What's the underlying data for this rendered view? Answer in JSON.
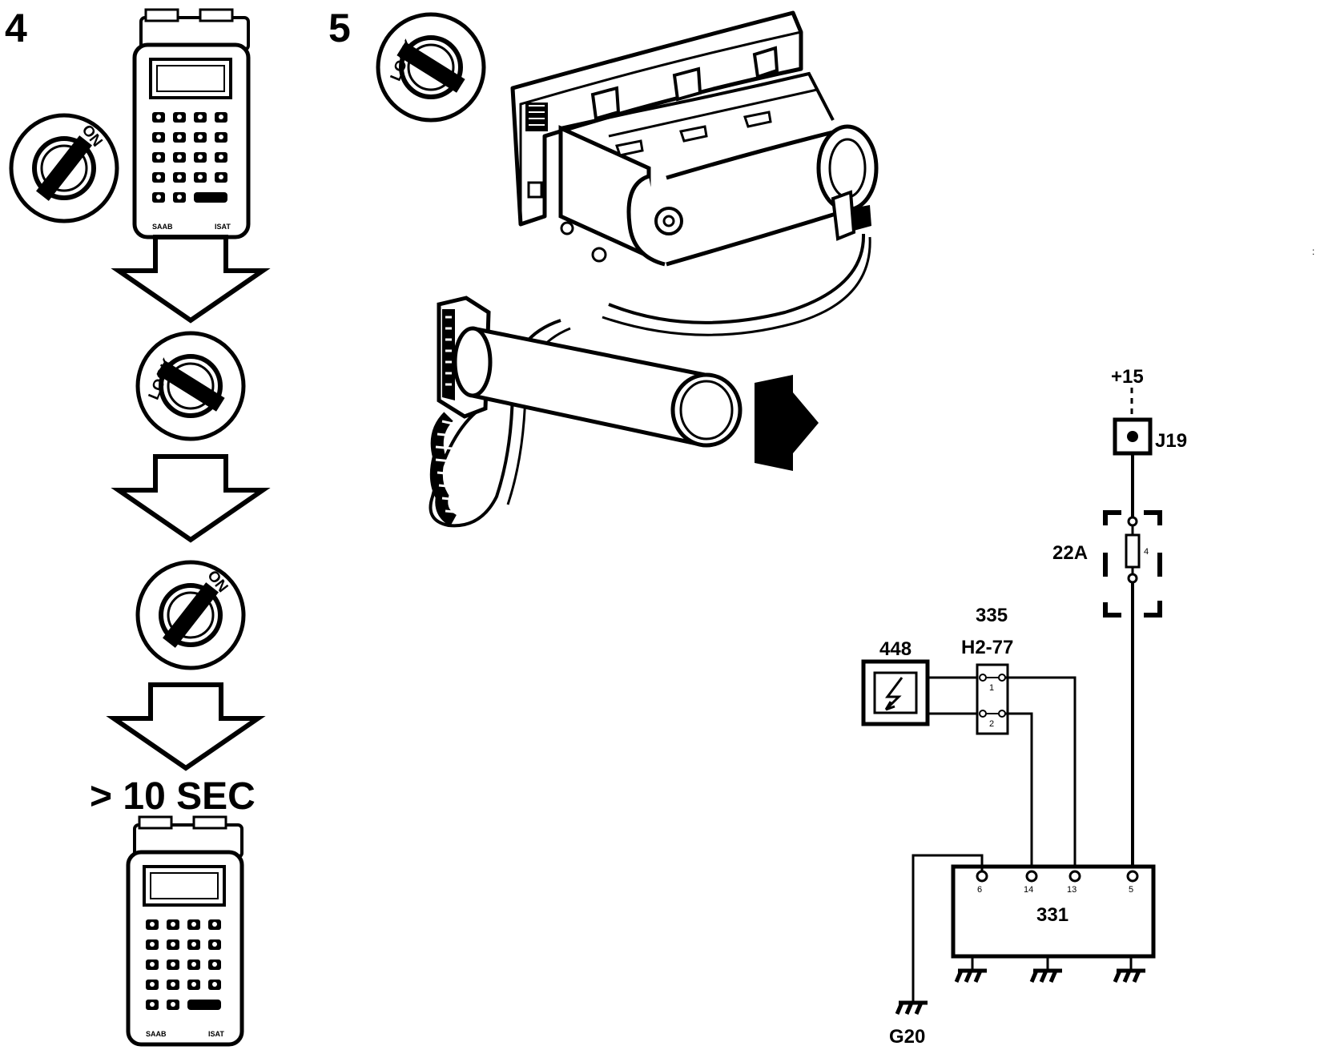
{
  "steps": {
    "step4": "4",
    "step5": "5"
  },
  "key_labels": {
    "on": "ON",
    "lock": "LOCK"
  },
  "timer": {
    "text": "> 10 SEC"
  },
  "tester": {
    "left_label": "SAAB",
    "right_label": "ISAT"
  },
  "circuit": {
    "supply": "+15",
    "connector": "J19",
    "fuse_box": "22A",
    "fuse_number": "4",
    "component_448": "448",
    "connector_335": "335",
    "connector_335_sub": "H2-77",
    "connector_pins": [
      "1",
      "2"
    ],
    "control_unit": "331",
    "control_unit_pins": [
      "6",
      "14",
      "13",
      "5"
    ],
    "ground": "G20"
  }
}
